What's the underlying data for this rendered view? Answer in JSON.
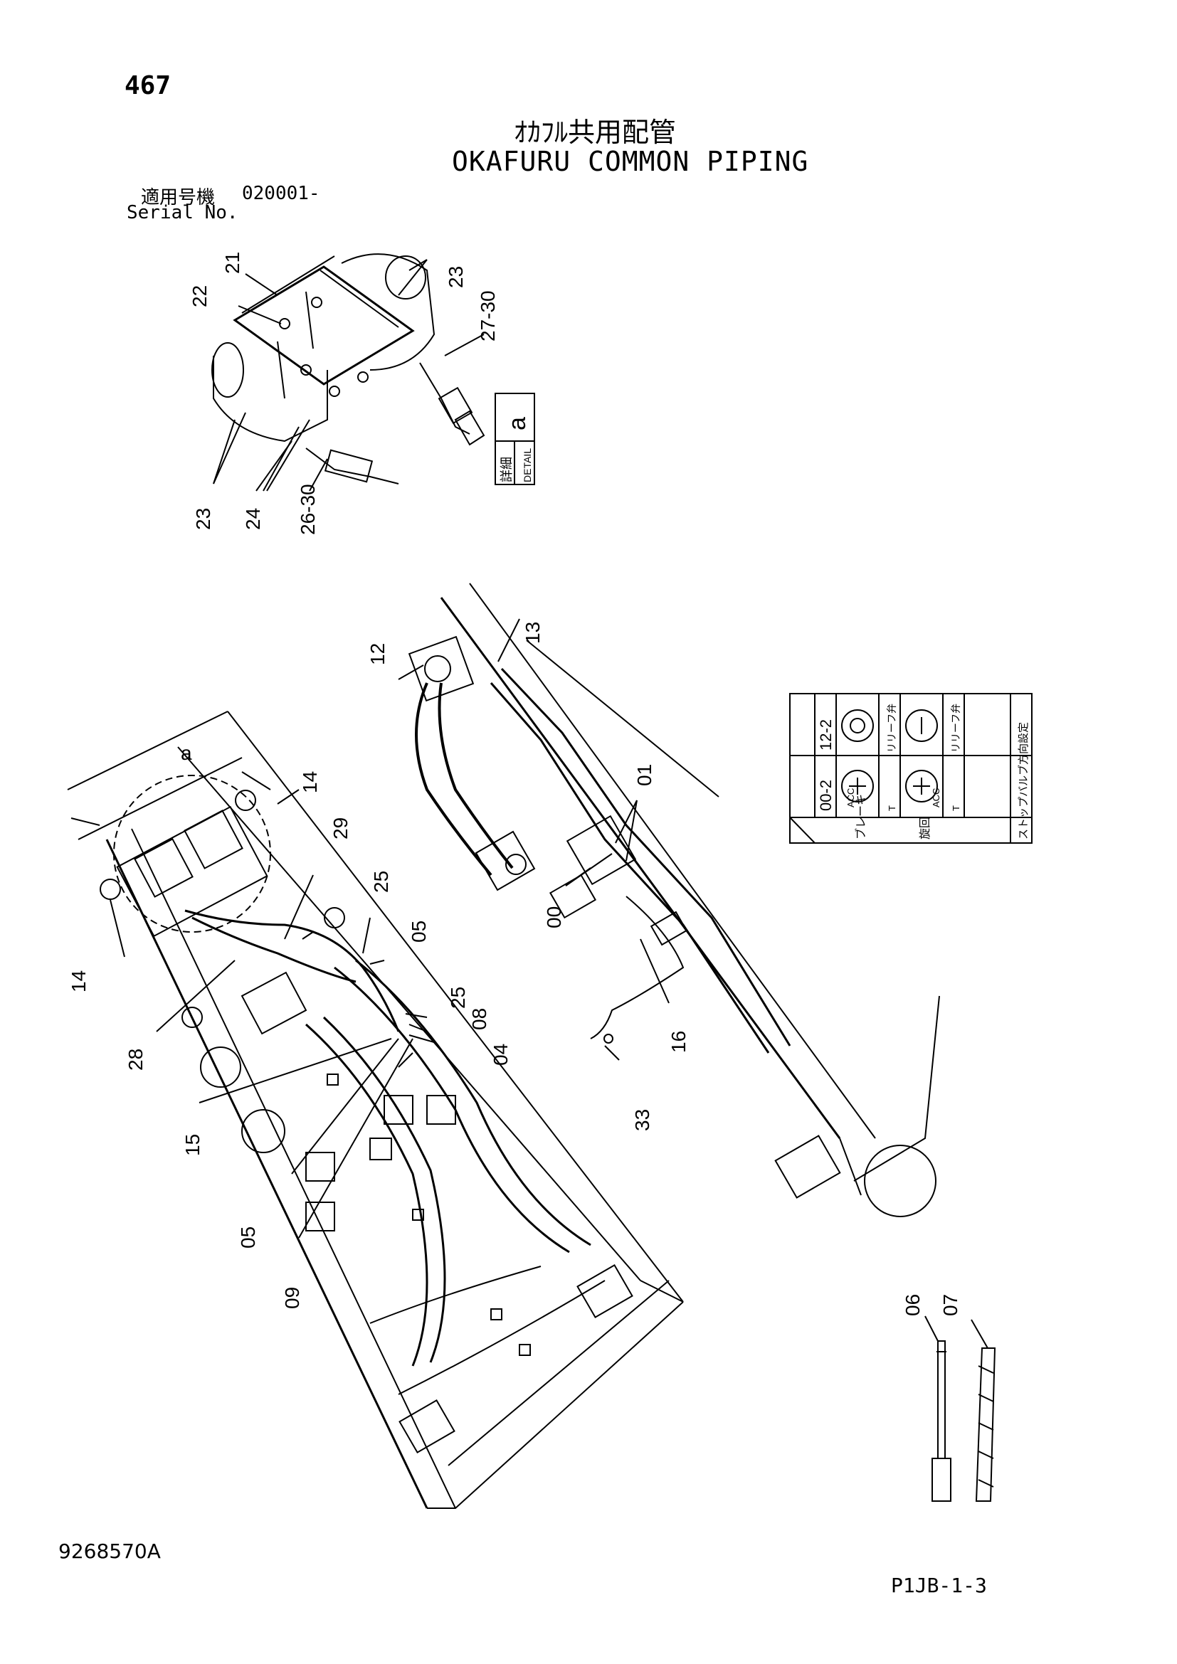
{
  "header": {
    "page_number": "467",
    "title_jp": "ｵｶﾌﾙ共用配管",
    "title_en": "OKAFURU COMMON PIPING",
    "serial_label_jp": "適用号機",
    "serial_value": "020001-",
    "serial_label_en": "Serial No."
  },
  "footer": {
    "drawing_number": "9268570A",
    "page_code": "P1JB-1-3"
  },
  "detail_box": {
    "letter": "a",
    "label_jp": "詳細",
    "label_en": "DETAIL"
  },
  "detail_callout": {
    "letter": "a"
  },
  "callouts": {
    "c21": "21",
    "c22": "22",
    "c23a": "23",
    "c23b": "23",
    "c2730": "27-30",
    "c24": "24",
    "c2630": "26-30",
    "c12": "12",
    "c13": "13",
    "c14a": "14",
    "c14b": "14",
    "c29": "29",
    "c25a": "25",
    "c25b": "25",
    "c05a": "05",
    "c05b": "05",
    "c08": "08",
    "c04": "04",
    "c01": "01",
    "c00": "00",
    "c16": "16",
    "c33": "33",
    "c28": "28",
    "c15": "15",
    "c09": "09",
    "c06": "06",
    "c07": "07"
  },
  "settings_table": {
    "col_12": "12-2",
    "col_00": "00-2",
    "relief_valve": "リリーフ弁",
    "acc": "ACC",
    "t": "T",
    "row_brake": "ブレーキ",
    "row_outrigger": "旋回",
    "footer": "ストップバルブ方向設定"
  }
}
